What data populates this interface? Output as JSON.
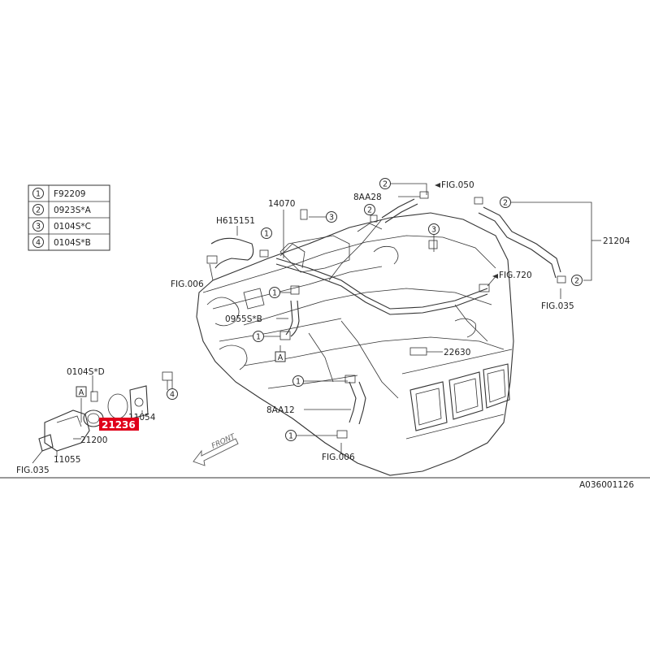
{
  "legend": {
    "rows": [
      {
        "num": "1",
        "code": "F92209"
      },
      {
        "num": "2",
        "code": "0923S*A"
      },
      {
        "num": "3",
        "code": "0104S*C"
      },
      {
        "num": "4",
        "code": "0104S*B"
      }
    ]
  },
  "labels": {
    "p14070": "14070",
    "h615151": "H615151",
    "fig006_top": "FIG.006",
    "p0955": "0955S*B",
    "p8aa28": "8AA28",
    "fig050": "FIG.050",
    "p21204": "21204",
    "fig720": "FIG.720",
    "fig035_right": "FIG.035",
    "p22630": "22630",
    "p8aa12": "8AA12",
    "fig006_bottom": "FIG.006",
    "p0104d": "0104S*D",
    "p11054": "11054",
    "p21236": "21236",
    "p21200": "21200",
    "p11055": "11055",
    "fig035_left": "FIG.035",
    "front": "FRONT",
    "ref_code": "A036001126",
    "box_a_1": "A",
    "box_a_2": "A"
  },
  "callouts": {
    "c1": "1",
    "c2": "2",
    "c3": "3",
    "c4": "4"
  },
  "colors": {
    "highlight": "#e0001a",
    "line": "#333333"
  }
}
